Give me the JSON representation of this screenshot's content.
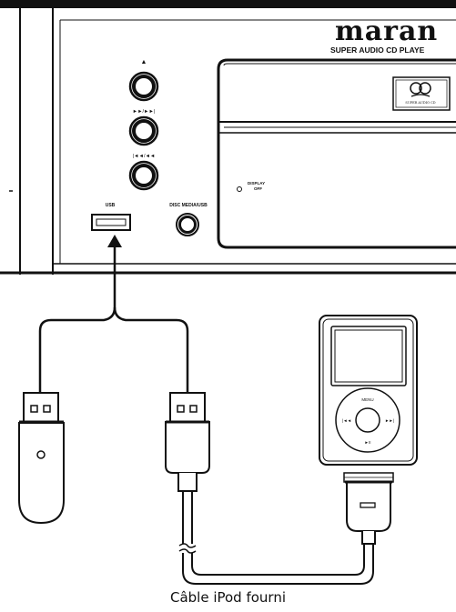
{
  "device": {
    "brand": "maran",
    "model_line": "SUPER AUDIO CD PLAYE",
    "sacd_logo_text": "SUPER AUDIO CD",
    "display_off_label_line1": "DISPLAY",
    "display_off_label_line2": "OFF",
    "button_labels": {
      "eject": "▲",
      "next": "►►/►►|",
      "prev": "|◄◄/◄◄"
    },
    "usb_label": "USB",
    "disc_media_usb_label": "DISC MEDIA/USB"
  },
  "ipod": {
    "menu_label": "MENU",
    "prev_label": "|◄◄",
    "next_label": "►►|",
    "play_label": "►II"
  },
  "caption": "Câble iPod fourni",
  "icons": [
    "usb-port-icon",
    "usb-flash-drive-icon",
    "usb-cable-plug-icon",
    "ipod-icon",
    "dock-connector-icon",
    "arrow-up-icon"
  ]
}
